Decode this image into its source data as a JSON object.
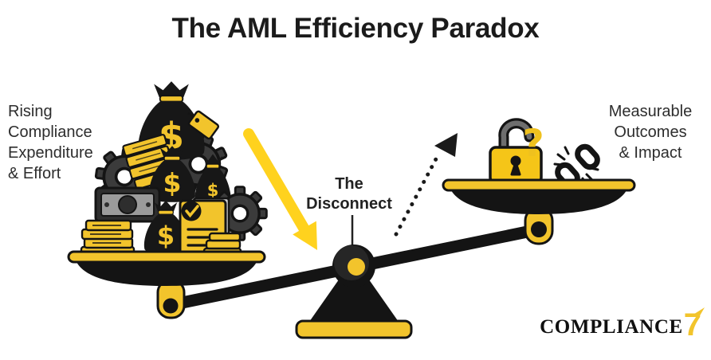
{
  "header": {
    "title": "The AML Efficiency Paradox"
  },
  "labels": {
    "left": "Rising\nCompliance\nExpenditure\n& Effort",
    "center": "The\nDisconnect",
    "right": "Measurable\nOutcomes\n& Impact"
  },
  "illustration": {
    "dollar_sign": "$",
    "question_mark": "?"
  },
  "logo": {
    "text": "COMPLIANCE",
    "numeral": "7"
  },
  "colors": {
    "accent_gold": "#F2C42C",
    "arrow_yellow": "#FFD21E",
    "ink_black": "#141414",
    "gear_gray": "#3b3b3b"
  }
}
